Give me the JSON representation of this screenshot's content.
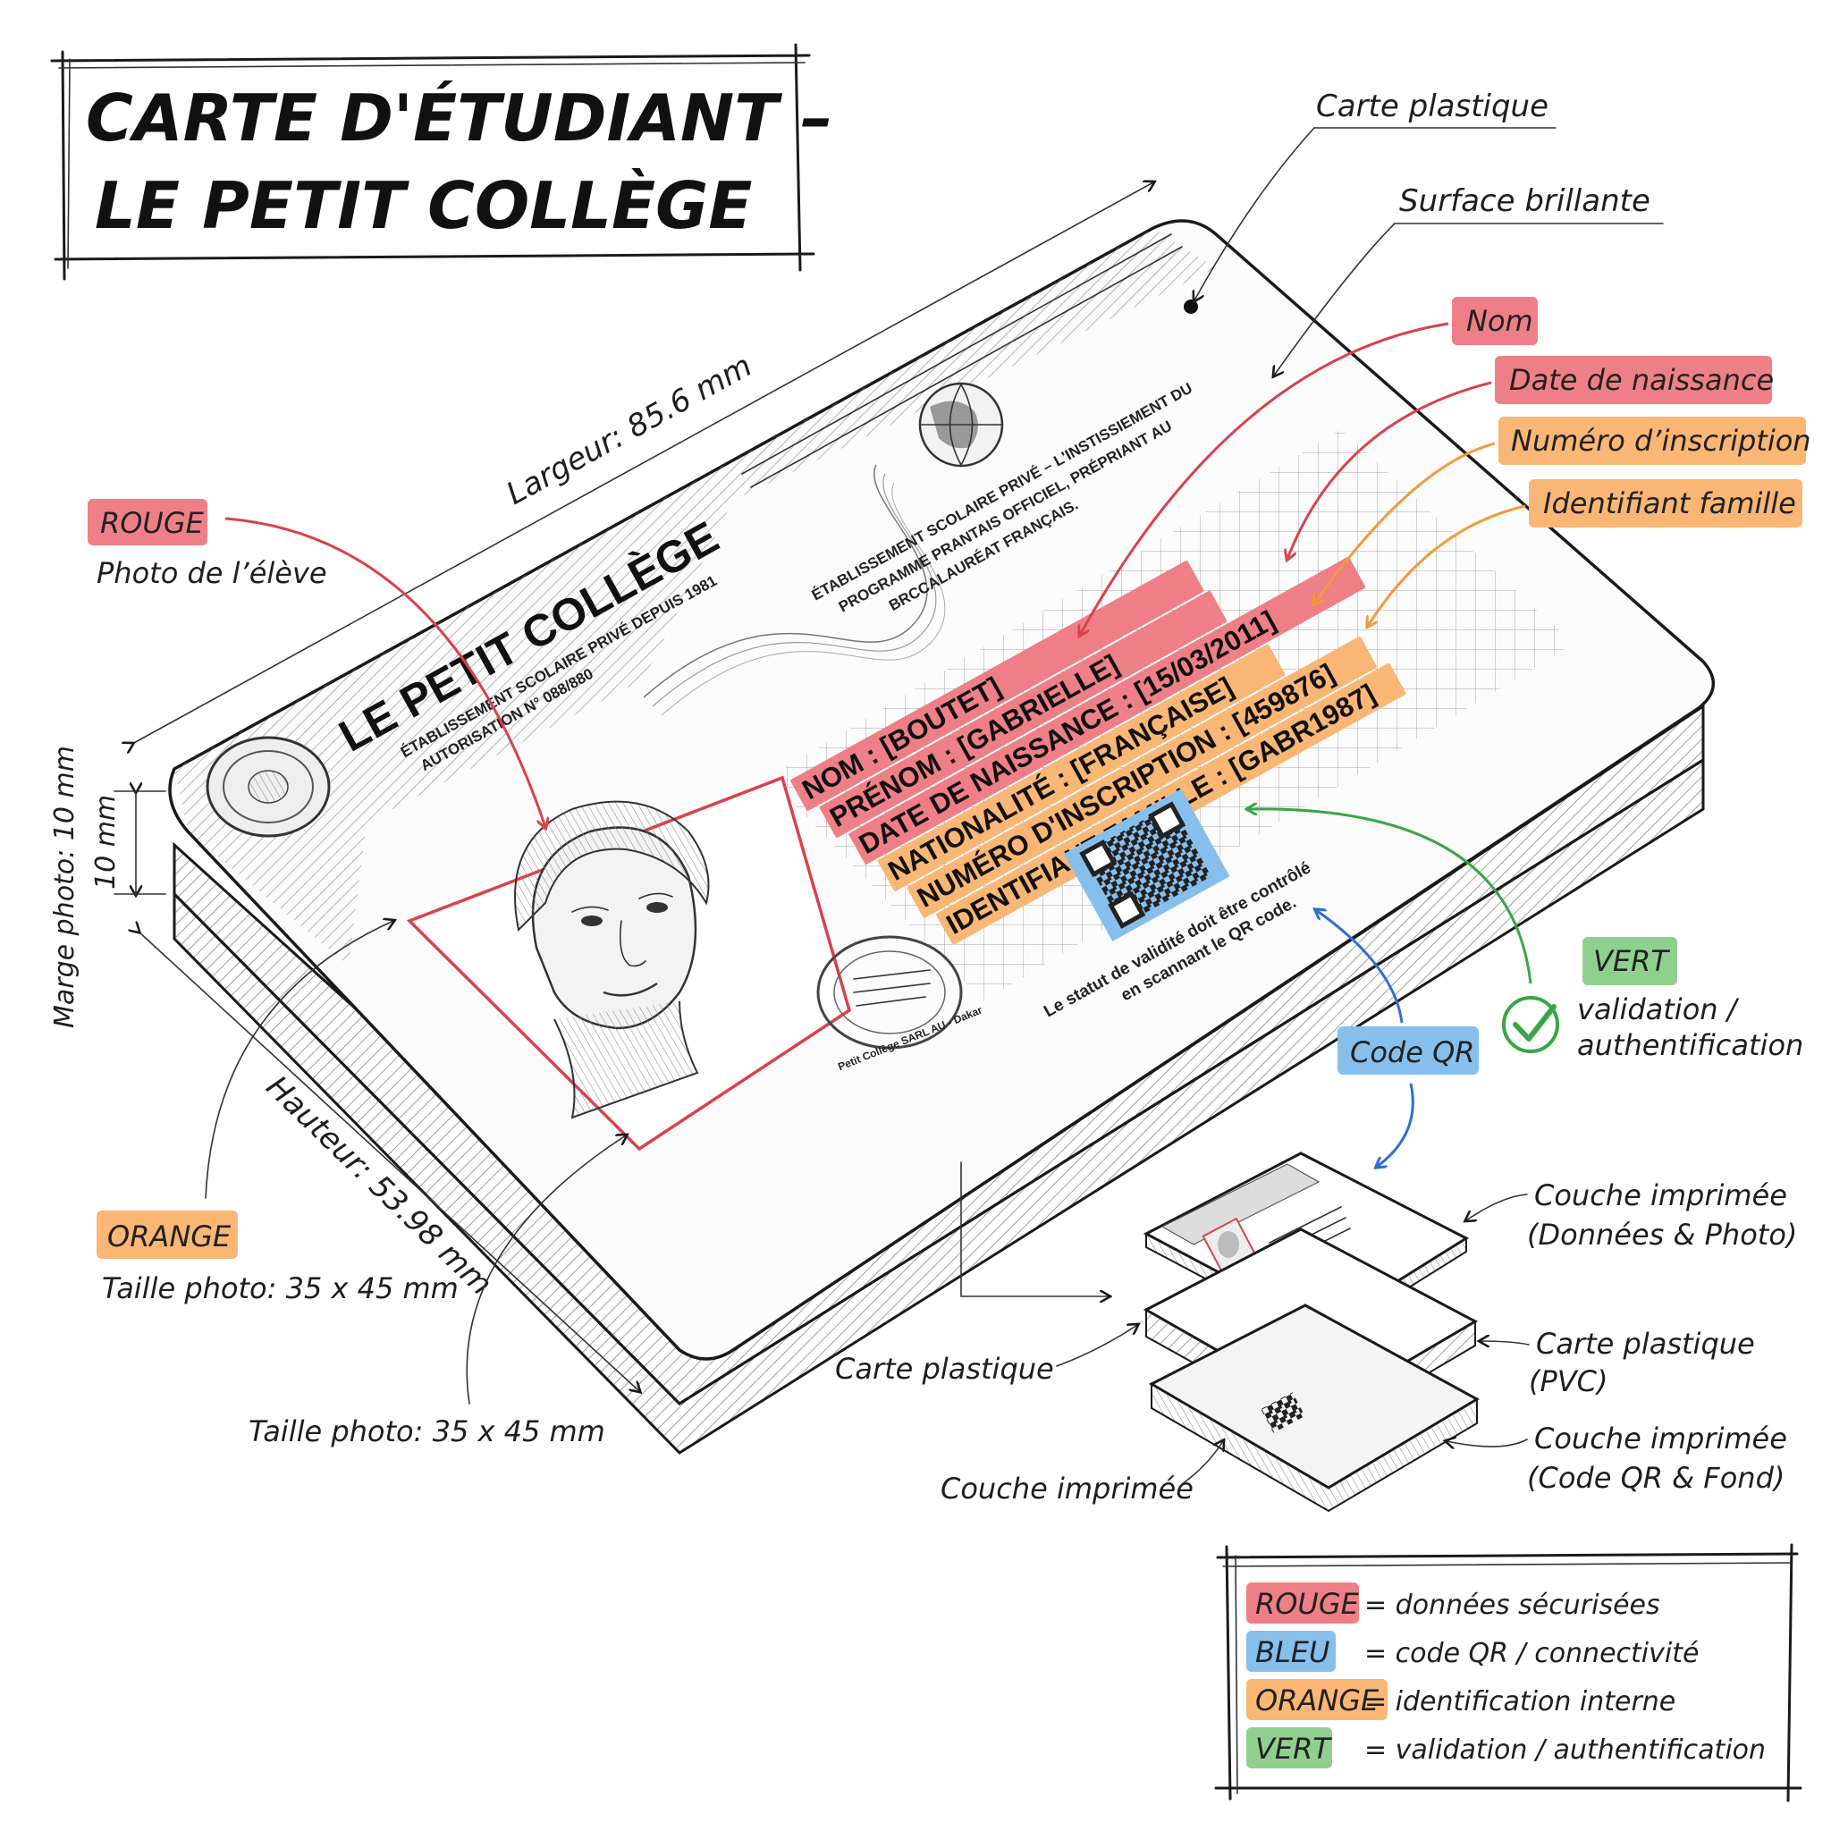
{
  "title": {
    "line1": "CARTE D'ÉTUDIANT –",
    "line2": "LE PETIT COLLÈGE"
  },
  "colors": {
    "red": "#ef7f86",
    "orange": "#f9b675",
    "blue": "#86bfec",
    "green": "#8fd08f",
    "red_arrow": "#d9424b",
    "orange_arrow": "#f29a3c",
    "blue_arrow": "#2f6fce",
    "green_arrow": "#3aa547",
    "ink": "#1a1a1a"
  },
  "callouts": {
    "carte_plastique": "Carte plastique",
    "surface_brillante": "Surface brillante",
    "nom": "Nom",
    "date_naissance": "Date de naissance",
    "numero_inscription": "Numéro d’inscription",
    "identifiant_famille": "Identifiant famille",
    "rouge_tag": "ROUGE",
    "rouge_desc": "Photo de l’élève",
    "largeur": "Largeur: 85.6 mm",
    "marge_photo": "Marge photo: 10 mm",
    "marge_value": "10 mm",
    "hauteur": "Hauteur: 53.98 mm",
    "orange_tag": "ORANGE",
    "taille_photo_1": "Taille photo: 35 x 45 mm",
    "taille_photo_2": "Taille photo: 35 x 45 mm",
    "vert_tag": "VERT",
    "vert_desc_1": "validation /",
    "vert_desc_2": "authentification",
    "code_qr": "Code QR"
  },
  "card": {
    "school_name": "LE PETIT COLLÈGE",
    "school_sub_1": "ÉTABLISSEMENT SCOLAIRE PRIVÉ DEPUIS 1981",
    "school_sub_2": "AUTORISATION N° 088/880",
    "intro_1": "ÉTABLISSEMENT SCOLAIRE PRIVÉ – L'INSTISSIEMENT DU",
    "intro_2": "PROGRAMME PRANTAIS OFFICIEL, PRÉPRIANT AU",
    "intro_3": "BRCCALAURÉAT FRANÇAIS.",
    "nom": "NOM : [BOUTET]",
    "prenom": "PRÉNOM : [GABRIELLE]",
    "date_naissance": "DATE DE NAISSANCE : [15/03/2011]",
    "nationalite": "NATIONALITÉ : [FRANÇAISE]",
    "numero_inscription": "NUMÉRO D'INSCRIPTION : [459876]",
    "identifiant_famille": "IDENTIFIANT FAMILLE : [GABR1987]",
    "qr_note_1": "Le statut de validité doit être contrôlé",
    "qr_note_2": "en scannant le QR code.",
    "stamp_text": "Petit Collège SARL AU - Dakar"
  },
  "layers": {
    "couche_imprimee_top_1": "Couche imprimée",
    "couche_imprimee_top_2": "(Données & Photo)",
    "carte_plastique_pvc_1": "Carte plastique",
    "carte_plastique_pvc_2": "(PVC)",
    "couche_imprimee_bottom_1": "Couche imprimée",
    "couche_imprimee_bottom_2": "(Code QR & Fond)",
    "carte_plastique_left": "Carte plastique",
    "couche_imprimee_left": "Couche imprimée"
  },
  "legend": [
    {
      "tag": "ROUGE",
      "desc": "= données sécurisées",
      "color": "#ef7f86"
    },
    {
      "tag": "BLEU",
      "desc": "= code QR / connectivité",
      "color": "#86bfec"
    },
    {
      "tag": "ORANGE",
      "desc": "= identification interne",
      "color": "#f9b675"
    },
    {
      "tag": "VERT",
      "desc": "= validation / authentification",
      "color": "#8fd08f"
    }
  ]
}
